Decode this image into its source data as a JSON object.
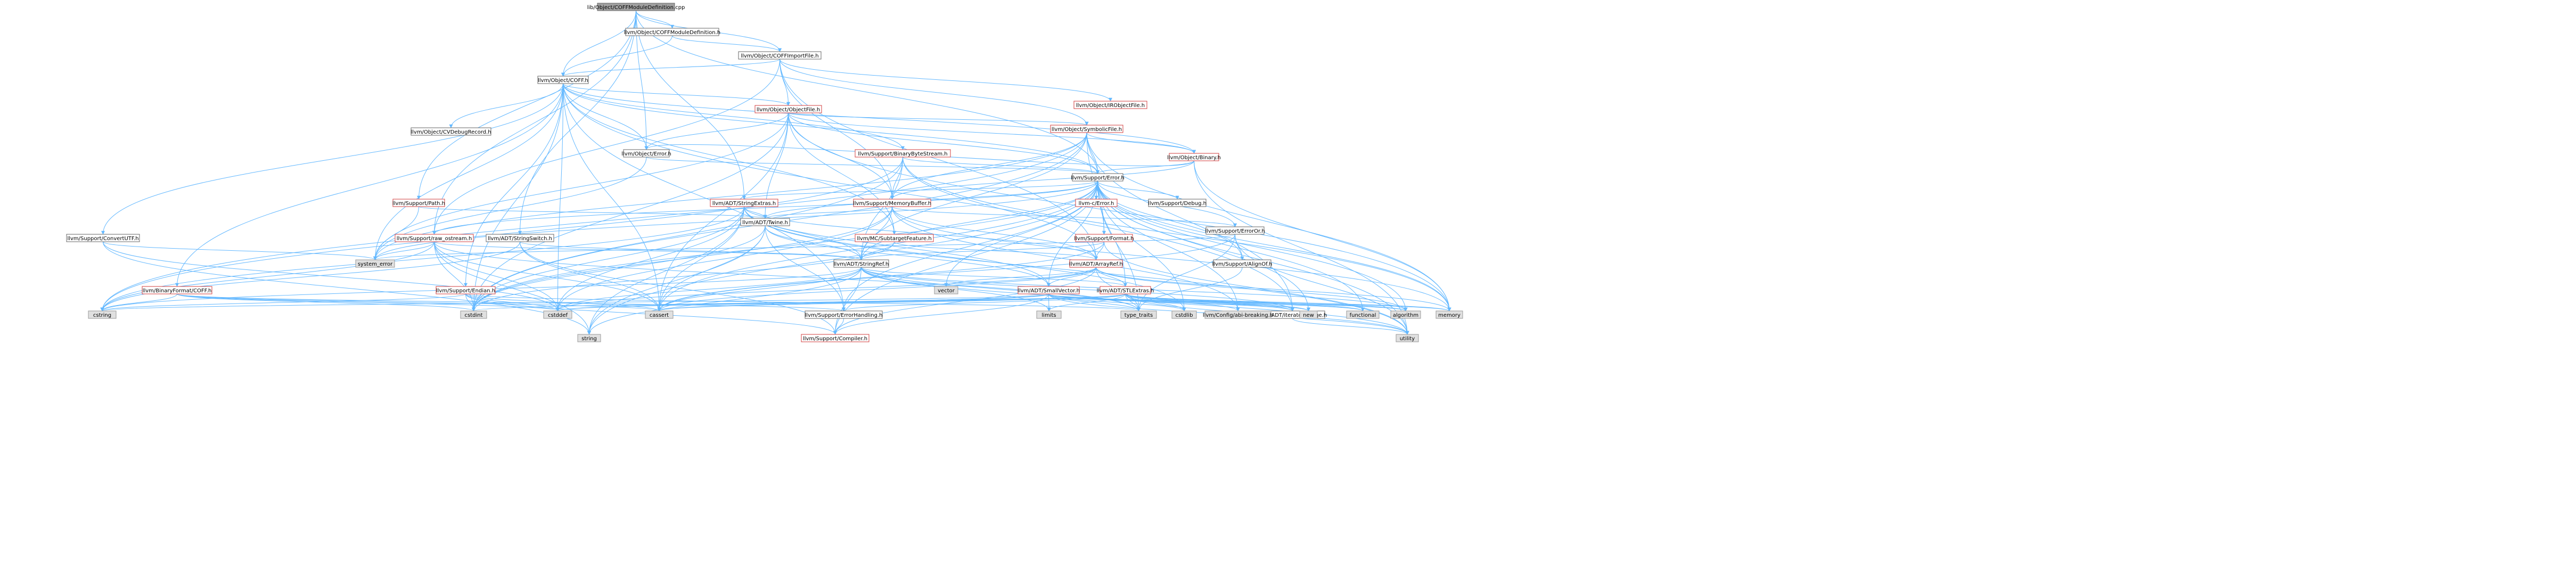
{
  "nodes": [
    {
      "id": "root",
      "label": "lib/Object/COFFModuleDefinition.cpp",
      "style": "root"
    },
    {
      "id": "coffmoddef",
      "label": "llvm/Object/COFFModuleDefinition.h",
      "style": "normal"
    },
    {
      "id": "coffimport",
      "label": "llvm/Object/COFFImportFile.h",
      "style": "normal"
    },
    {
      "id": "coff",
      "label": "llvm/Object/COFF.h",
      "style": "normal"
    },
    {
      "id": "irobj",
      "label": "llvm/Object/IRObjectFile.h",
      "style": "red"
    },
    {
      "id": "objfile",
      "label": "llvm/Object/ObjectFile.h",
      "style": "red"
    },
    {
      "id": "symfile",
      "label": "llvm/Object/SymbolicFile.h",
      "style": "red"
    },
    {
      "id": "binary",
      "label": "llvm/Object/Binary.h",
      "style": "red"
    },
    {
      "id": "cvdebug",
      "label": "llvm/Object/CVDebugRecord.h",
      "style": "normal"
    },
    {
      "id": "objerror",
      "label": "llvm/Object/Error.h",
      "style": "normal"
    },
    {
      "id": "binbytestream",
      "label": "llvm/Support/BinaryByteStream.h",
      "style": "red"
    },
    {
      "id": "error",
      "label": "llvm/Support/Error.h",
      "style": "normal"
    },
    {
      "id": "path",
      "label": "llvm/Support/Path.h",
      "style": "red"
    },
    {
      "id": "stringextras",
      "label": "llvm/ADT/StringExtras.h",
      "style": "red"
    },
    {
      "id": "membuf",
      "label": "llvm/Support/MemoryBuffer.h",
      "style": "red"
    },
    {
      "id": "cerror",
      "label": "llvm-c/Error.h",
      "style": "red"
    },
    {
      "id": "debug",
      "label": "llvm/Support/Debug.h",
      "style": "normal"
    },
    {
      "id": "convutf",
      "label": "llvm/Support/ConvertUTF.h",
      "style": "normal"
    },
    {
      "id": "rawostream",
      "label": "llvm/Support/raw_ostream.h",
      "style": "red"
    },
    {
      "id": "stringswitch",
      "label": "llvm/ADT/StringSwitch.h",
      "style": "normal"
    },
    {
      "id": "twine",
      "label": "llvm/ADT/Twine.h",
      "style": "normal"
    },
    {
      "id": "subtarget",
      "label": "llvm/MC/SubtargetFeature.h",
      "style": "red"
    },
    {
      "id": "format",
      "label": "llvm/Support/Format.h",
      "style": "red"
    },
    {
      "id": "erroror",
      "label": "llvm/Support/ErrorOr.h",
      "style": "normal"
    },
    {
      "id": "alignof",
      "label": "llvm/Support/AlignOf.h",
      "style": "normal"
    },
    {
      "id": "stringref",
      "label": "llvm/ADT/StringRef.h",
      "style": "normal"
    },
    {
      "id": "arrayref",
      "label": "llvm/ADT/ArrayRef.h",
      "style": "red"
    },
    {
      "id": "bincoff",
      "label": "llvm/BinaryFormat/COFF.h",
      "style": "red"
    },
    {
      "id": "endian",
      "label": "llvm/Support/Endian.h",
      "style": "red"
    },
    {
      "id": "smallvector",
      "label": "llvm/ADT/SmallVector.h",
      "style": "red"
    },
    {
      "id": "stlextras",
      "label": "llvm/ADT/STLExtras.h",
      "style": "red"
    },
    {
      "id": "errhandling",
      "label": "llvm/Support/ErrorHandling.h",
      "style": "normal"
    },
    {
      "id": "compiler",
      "label": "llvm/Support/Compiler.h",
      "style": "red"
    },
    {
      "id": "iterrange",
      "label": "llvm/ADT/iterator_range.h",
      "style": "normal"
    },
    {
      "id": "sys_error",
      "label": "system_error",
      "style": "gray"
    },
    {
      "id": "vector",
      "label": "vector",
      "style": "gray"
    },
    {
      "id": "cstring",
      "label": "cstring",
      "style": "gray"
    },
    {
      "id": "cstdint",
      "label": "cstdint",
      "style": "gray"
    },
    {
      "id": "cstddef",
      "label": "cstddef",
      "style": "gray"
    },
    {
      "id": "cassert",
      "label": "cassert",
      "style": "gray"
    },
    {
      "id": "string",
      "label": "string",
      "style": "gray"
    },
    {
      "id": "limits",
      "label": "limits",
      "style": "gray"
    },
    {
      "id": "type_traits",
      "label": "type_traits",
      "style": "gray"
    },
    {
      "id": "cstdlib",
      "label": "cstdlib",
      "style": "gray"
    },
    {
      "id": "cfgabi",
      "label": "llvm/Config/abi-breaking.h",
      "style": "gray"
    },
    {
      "id": "new",
      "label": "new",
      "style": "gray"
    },
    {
      "id": "functional",
      "label": "functional",
      "style": "gray"
    },
    {
      "id": "algorithm",
      "label": "algorithm",
      "style": "gray"
    },
    {
      "id": "memory",
      "label": "memory",
      "style": "gray"
    },
    {
      "id": "utility",
      "label": "utility",
      "style": "gray"
    }
  ],
  "edges": [
    [
      "root",
      "coffmoddef"
    ],
    [
      "root",
      "coffimport"
    ],
    [
      "root",
      "coff"
    ],
    [
      "root",
      "objerror"
    ],
    [
      "root",
      "error"
    ],
    [
      "root",
      "path"
    ],
    [
      "root",
      "rawostream"
    ],
    [
      "root",
      "stringswitch"
    ],
    [
      "root",
      "stringextras"
    ],
    [
      "coffmoddef",
      "coffimport"
    ],
    [
      "coffmoddef",
      "coff"
    ],
    [
      "coffimport",
      "coff"
    ],
    [
      "coffimport",
      "irobj"
    ],
    [
      "coffimport",
      "objfile"
    ],
    [
      "coffimport",
      "symfile"
    ],
    [
      "coffimport",
      "membuf"
    ],
    [
      "coffimport",
      "rawostream"
    ],
    [
      "coffimport",
      "arrayref"
    ],
    [
      "coff",
      "objfile"
    ],
    [
      "coff",
      "cvdebug"
    ],
    [
      "coff",
      "objerror"
    ],
    [
      "coff",
      "binbytestream"
    ],
    [
      "coff",
      "convutf"
    ],
    [
      "coff",
      "bincoff"
    ],
    [
      "coff",
      "endian"
    ],
    [
      "coff",
      "errhandling"
    ],
    [
      "coff",
      "error"
    ],
    [
      "coff",
      "cassert"
    ],
    [
      "coff",
      "cstddef"
    ],
    [
      "coff",
      "cstdint"
    ],
    [
      "coff",
      "sys_error"
    ],
    [
      "coff",
      "binary"
    ],
    [
      "coff",
      "iterrange"
    ],
    [
      "coff",
      "subtarget"
    ],
    [
      "objfile",
      "symfile"
    ],
    [
      "objfile",
      "binary"
    ],
    [
      "objfile",
      "objerror"
    ],
    [
      "objfile",
      "membuf"
    ],
    [
      "objfile",
      "error"
    ],
    [
      "objfile",
      "twine"
    ],
    [
      "objfile",
      "subtarget"
    ],
    [
      "objfile",
      "cassert"
    ],
    [
      "objfile",
      "cstdint"
    ],
    [
      "objfile",
      "sys_error"
    ],
    [
      "objfile",
      "memory"
    ],
    [
      "symfile",
      "binary"
    ],
    [
      "symfile",
      "error"
    ],
    [
      "symfile",
      "membuf"
    ],
    [
      "symfile",
      "format"
    ],
    [
      "symfile",
      "stringref"
    ],
    [
      "symfile",
      "cstdint"
    ],
    [
      "symfile",
      "cstring"
    ],
    [
      "symfile",
      "sys_error"
    ],
    [
      "symfile",
      "iterrange"
    ],
    [
      "symfile",
      "memory"
    ],
    [
      "binary",
      "error"
    ],
    [
      "binary",
      "objerror"
    ],
    [
      "binary",
      "membuf"
    ],
    [
      "binary",
      "utility"
    ],
    [
      "binary",
      "memory"
    ],
    [
      "objerror",
      "error"
    ],
    [
      "objerror",
      "sys_error"
    ],
    [
      "binbytestream",
      "error"
    ],
    [
      "binbytestream",
      "membuf"
    ],
    [
      "binbytestream",
      "arrayref"
    ],
    [
      "binbytestream",
      "stringref"
    ],
    [
      "binbytestream",
      "cstdint"
    ],
    [
      "binbytestream",
      "cstring"
    ],
    [
      "binbytestream",
      "memory"
    ],
    [
      "error",
      "cerror"
    ],
    [
      "error",
      "stringextras"
    ],
    [
      "error",
      "twine"
    ],
    [
      "error",
      "cfgabi"
    ],
    [
      "error",
      "compiler"
    ],
    [
      "error",
      "debug"
    ],
    [
      "error",
      "errhandling"
    ],
    [
      "error",
      "erroror"
    ],
    [
      "error",
      "format"
    ],
    [
      "error",
      "rawostream"
    ],
    [
      "error",
      "algorithm"
    ],
    [
      "error",
      "cassert"
    ],
    [
      "error",
      "cstdint"
    ],
    [
      "error",
      "cstdlib"
    ],
    [
      "error",
      "functional"
    ],
    [
      "error",
      "memory"
    ],
    [
      "error",
      "new"
    ],
    [
      "error",
      "optional"
    ],
    [
      "error",
      "string"
    ],
    [
      "error",
      "sys_error"
    ],
    [
      "error",
      "type_traits"
    ],
    [
      "error",
      "utility"
    ],
    [
      "error",
      "vector"
    ],
    [
      "error",
      "alignof"
    ],
    [
      "error",
      "stringref"
    ],
    [
      "error",
      "smallvector"
    ],
    [
      "error",
      "stlextras"
    ],
    [
      "path",
      "twine"
    ],
    [
      "path",
      "sys_error"
    ],
    [
      "stringextras",
      "arrayref"
    ],
    [
      "stringextras",
      "smallvector"
    ],
    [
      "stringextras",
      "stringref"
    ],
    [
      "stringextras",
      "twine"
    ],
    [
      "stringextras",
      "cassert"
    ],
    [
      "stringextras",
      "cstddef"
    ],
    [
      "stringextras",
      "cstdint"
    ],
    [
      "stringextras",
      "cstdlib"
    ],
    [
      "stringextras",
      "cstring"
    ],
    [
      "stringextras",
      "iterator"
    ],
    [
      "stringextras",
      "string"
    ],
    [
      "stringextras",
      "utility"
    ],
    [
      "membuf",
      "arrayref"
    ],
    [
      "membuf",
      "twine"
    ],
    [
      "membuf",
      "stringref"
    ],
    [
      "membuf",
      "cfgabi"
    ],
    [
      "membuf",
      "erroror"
    ],
    [
      "membuf",
      "cstddef"
    ],
    [
      "membuf",
      "cstdint"
    ],
    [
      "membuf",
      "memory"
    ],
    [
      "convutf",
      "sys_error"
    ],
    [
      "convutf",
      "cstddef"
    ],
    [
      "convutf",
      "string"
    ],
    [
      "rawostream",
      "stringref"
    ],
    [
      "rawostream",
      "cassert"
    ],
    [
      "rawostream",
      "cstddef"
    ],
    [
      "rawostream",
      "cstdint"
    ],
    [
      "rawostream",
      "cstring"
    ],
    [
      "rawostream",
      "string"
    ],
    [
      "rawostream",
      "type_traits"
    ],
    [
      "rawostream",
      "sys_error"
    ],
    [
      "stringswitch",
      "stringref"
    ],
    [
      "stringswitch",
      "compiler"
    ],
    [
      "stringswitch",
      "cassert"
    ],
    [
      "stringswitch",
      "cstring"
    ],
    [
      "twine",
      "smallvector"
    ],
    [
      "twine",
      "stringref"
    ],
    [
      "twine",
      "errhandling"
    ],
    [
      "twine",
      "cassert"
    ],
    [
      "twine",
      "cstdint"
    ],
    [
      "twine",
      "string"
    ],
    [
      "subtarget",
      "stringref"
    ],
    [
      "subtarget",
      "arrayref"
    ],
    [
      "subtarget",
      "cstdint"
    ],
    [
      "format",
      "arrayref"
    ],
    [
      "format",
      "stringref"
    ],
    [
      "format",
      "cassert"
    ],
    [
      "format",
      "cstdio"
    ],
    [
      "format",
      "tuple"
    ],
    [
      "format",
      "utility"
    ],
    [
      "erroror",
      "alignof"
    ],
    [
      "erroror",
      "cassert"
    ],
    [
      "erroror",
      "sys_error"
    ],
    [
      "erroror",
      "type_traits"
    ],
    [
      "erroror",
      "utility"
    ],
    [
      "alignof",
      "type_traits"
    ],
    [
      "stringref",
      "stlextras"
    ],
    [
      "stringref",
      "iterrange"
    ],
    [
      "stringref",
      "compiler"
    ],
    [
      "stringref",
      "algorithm"
    ],
    [
      "stringref",
      "cassert"
    ],
    [
      "stringref",
      "cstddef"
    ],
    [
      "stringref",
      "cstring"
    ],
    [
      "stringref",
      "limits"
    ],
    [
      "stringref",
      "string"
    ],
    [
      "stringref",
      "type_traits"
    ],
    [
      "stringref",
      "utility"
    ],
    [
      "arrayref",
      "smallvector"
    ],
    [
      "arrayref",
      "stlextras"
    ],
    [
      "arrayref",
      "compiler"
    ],
    [
      "arrayref",
      "algorithm"
    ],
    [
      "arrayref",
      "cassert"
    ],
    [
      "arrayref",
      "cstddef"
    ],
    [
      "arrayref",
      "memory"
    ],
    [
      "arrayref",
      "type_traits"
    ],
    [
      "arrayref",
      "vector"
    ],
    [
      "bincoff",
      "errhandling"
    ],
    [
      "bincoff",
      "cassert"
    ],
    [
      "bincoff",
      "cstddef"
    ],
    [
      "bincoff",
      "cstdint"
    ],
    [
      "bincoff",
      "cstring"
    ],
    [
      "endian",
      "compiler"
    ],
    [
      "endian",
      "cassert"
    ],
    [
      "endian",
      "cstddef"
    ],
    [
      "endian",
      "cstdint"
    ],
    [
      "endian",
      "cstring"
    ],
    [
      "endian",
      "type_traits"
    ],
    [
      "smallvector",
      "compiler"
    ],
    [
      "smallvector",
      "algorithm"
    ],
    [
      "smallvector",
      "cassert"
    ],
    [
      "smallvector",
      "cstddef"
    ],
    [
      "smallvector",
      "cstdlib"
    ],
    [
      "smallvector",
      "cstring"
    ],
    [
      "smallvector",
      "functional"
    ],
    [
      "smallvector",
      "limits"
    ],
    [
      "smallvector",
      "memory"
    ],
    [
      "smallvector",
      "new"
    ],
    [
      "smallvector",
      "type_traits"
    ],
    [
      "smallvector",
      "utility"
    ],
    [
      "smallvector",
      "iterrange"
    ],
    [
      "stlextras",
      "cfgabi"
    ],
    [
      "stlextras",
      "errhandling"
    ],
    [
      "stlextras",
      "iterrange"
    ],
    [
      "stlextras",
      "algorithm"
    ],
    [
      "stlextras",
      "cassert"
    ],
    [
      "stlextras",
      "cstddef"
    ],
    [
      "stlextras",
      "cstdint"
    ],
    [
      "stlextras",
      "cstdlib"
    ],
    [
      "stlextras",
      "functional"
    ],
    [
      "stlextras",
      "limits"
    ],
    [
      "stlextras",
      "memory"
    ],
    [
      "stlextras",
      "new"
    ],
    [
      "stlextras",
      "type_traits"
    ],
    [
      "stlextras",
      "utility"
    ],
    [
      "errhandling",
      "compiler"
    ],
    [
      "iterrange",
      "utility"
    ]
  ]
}
